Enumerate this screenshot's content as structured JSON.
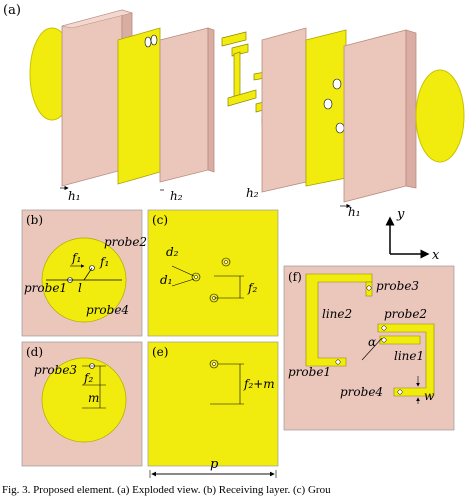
{
  "colors": {
    "pink": "#eac6bb",
    "pink_dark": "#d9ada1",
    "yellow": "#f2ec0e",
    "yellow_dark": "#c9c200"
  },
  "panel_a": {
    "tag": "(a)",
    "labels": {
      "h1_left": "h₁",
      "h2_a": "h₂",
      "h2_b": "h₂",
      "h1_right": "h₁"
    }
  },
  "axes": {
    "y": "y",
    "x": "x"
  },
  "panel_b": {
    "tag": "(b)",
    "labels": {
      "probe2": "probe2",
      "f1a": "f₁",
      "f1b": "f₁",
      "probe1": "probe1",
      "l": "l",
      "probe4": "probe4"
    }
  },
  "panel_c": {
    "tag": "(c)",
    "labels": {
      "d2": "d₂",
      "d1": "d₁",
      "f2": "f₂"
    }
  },
  "panel_d": {
    "tag": "(d)",
    "labels": {
      "probe3": "probe3",
      "f2": "f₂",
      "m": "m"
    }
  },
  "panel_e": {
    "tag": "(e)",
    "labels": {
      "f2m": "f₂+m"
    }
  },
  "panel_f": {
    "tag": "(f)",
    "labels": {
      "probe3": "probe3",
      "line2": "line2",
      "probe2": "probe2",
      "alpha": "α",
      "line1": "line1",
      "probe1": "probe1",
      "probe4": "probe4",
      "w": "w"
    }
  },
  "p_label": "p",
  "caption": "Fig. 3.   Proposed element. (a) Exploded view. (b) Receiving layer. (c) Grou"
}
